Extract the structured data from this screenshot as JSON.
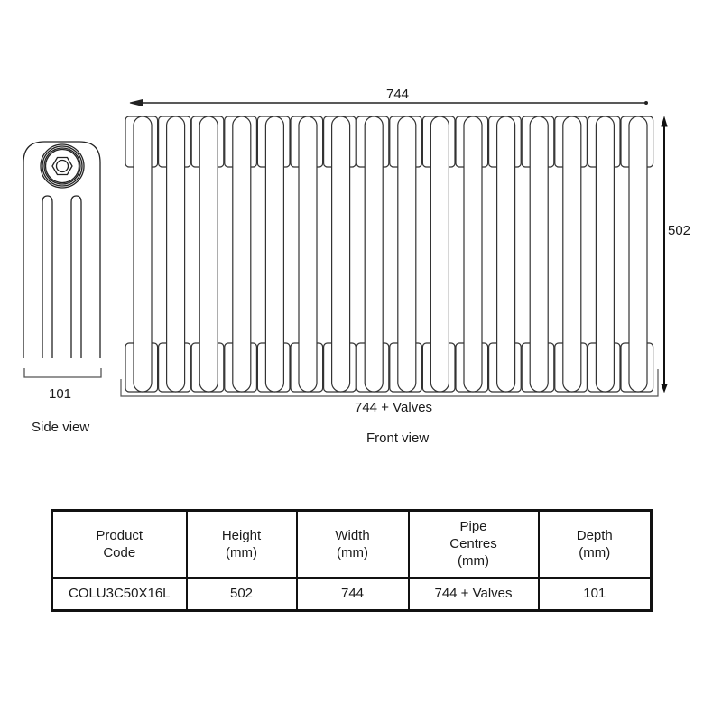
{
  "side_view": {
    "depth_dimension": "101",
    "caption": "Side view"
  },
  "front_view": {
    "width_dimension": "744",
    "height_dimension": "502",
    "pipe_centres_dimension": "744 + Valves",
    "caption": "Front view",
    "section_count": 16
  },
  "spec_table": {
    "headers": [
      {
        "lines": [
          "Product",
          "Code"
        ]
      },
      {
        "lines": [
          "Height",
          "(mm)"
        ]
      },
      {
        "lines": [
          "Width",
          "(mm)"
        ]
      },
      {
        "lines": [
          "Pipe",
          "Centres",
          "(mm)"
        ]
      },
      {
        "lines": [
          "Depth",
          "(mm)"
        ]
      }
    ],
    "rows": [
      [
        "COLU3C50X16L",
        "502",
        "744",
        "744 + Valves",
        "101"
      ]
    ]
  },
  "colors": {
    "line": "#222222",
    "background": "#ffffff"
  }
}
